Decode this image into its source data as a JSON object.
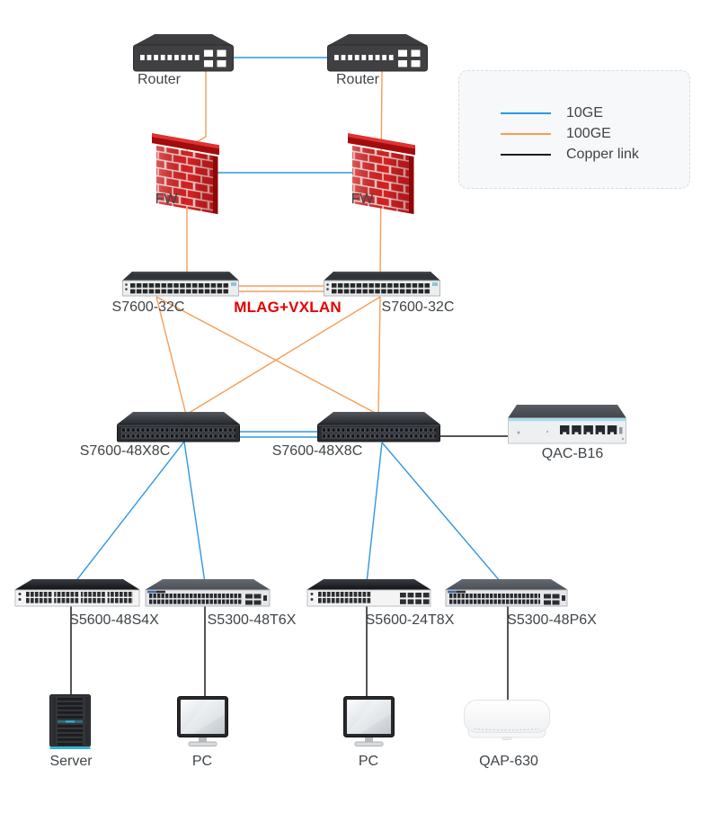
{
  "legend": {
    "items": [
      {
        "id": "10ge",
        "label": "10GE",
        "color": "#2e97e2"
      },
      {
        "id": "100ge",
        "label": "100GE",
        "color": "#f59e57"
      },
      {
        "id": "copper",
        "label": "Copper link",
        "color": "#1c1c1c"
      }
    ]
  },
  "annotation": {
    "mlag_label": "MLAG+VXLAN",
    "color": "#e60000"
  },
  "nodes": {
    "router1": {
      "label": "Router",
      "type": "router"
    },
    "router2": {
      "label": "Router",
      "type": "router"
    },
    "fw1": {
      "label": "FW",
      "type": "firewall"
    },
    "fw2": {
      "label": "FW",
      "type": "firewall"
    },
    "spine1": {
      "label": "S7600-32C",
      "type": "switch"
    },
    "spine2": {
      "label": "S7600-32C",
      "type": "switch"
    },
    "leaf1": {
      "label": "S7600-48X8C",
      "type": "switch"
    },
    "leaf2": {
      "label": "S7600-48X8C",
      "type": "switch"
    },
    "qac": {
      "label": "QAC-B16",
      "type": "controller"
    },
    "access1": {
      "label": "S5600-48S4X",
      "type": "switch"
    },
    "access2": {
      "label": "S5300-48T6X",
      "type": "switch"
    },
    "access3": {
      "label": "S5600-24T8X",
      "type": "switch"
    },
    "access4": {
      "label": "S5300-48P6X",
      "type": "switch"
    },
    "server": {
      "label": "Server",
      "type": "server"
    },
    "pc1": {
      "label": "PC",
      "type": "pc"
    },
    "pc2": {
      "label": "PC",
      "type": "pc"
    },
    "qap": {
      "label": "QAP-630",
      "type": "access-point"
    }
  },
  "links": [
    {
      "from": "router1",
      "to": "router2",
      "type": "10GE"
    },
    {
      "from": "router1",
      "to": "fw1",
      "type": "100GE"
    },
    {
      "from": "router2",
      "to": "fw2",
      "type": "100GE"
    },
    {
      "from": "fw1",
      "to": "fw2",
      "type": "10GE"
    },
    {
      "from": "fw1",
      "to": "spine1",
      "type": "100GE"
    },
    {
      "from": "fw2",
      "to": "spine2",
      "type": "100GE"
    },
    {
      "from": "spine1",
      "to": "spine2",
      "type": "100GE",
      "count": 2
    },
    {
      "from": "spine1",
      "to": "leaf1",
      "type": "100GE"
    },
    {
      "from": "spine1",
      "to": "leaf2",
      "type": "100GE"
    },
    {
      "from": "spine2",
      "to": "leaf1",
      "type": "100GE"
    },
    {
      "from": "spine2",
      "to": "leaf2",
      "type": "100GE"
    },
    {
      "from": "leaf1",
      "to": "leaf2",
      "type": "10GE",
      "count": 2
    },
    {
      "from": "leaf2",
      "to": "qac",
      "type": "copper"
    },
    {
      "from": "leaf1",
      "to": "access1",
      "type": "10GE"
    },
    {
      "from": "leaf1",
      "to": "access2",
      "type": "10GE"
    },
    {
      "from": "leaf2",
      "to": "access3",
      "type": "10GE"
    },
    {
      "from": "leaf2",
      "to": "access4",
      "type": "10GE"
    },
    {
      "from": "access1",
      "to": "server",
      "type": "copper"
    },
    {
      "from": "access2",
      "to": "pc1",
      "type": "copper"
    },
    {
      "from": "access3",
      "to": "pc2",
      "type": "copper"
    },
    {
      "from": "access4",
      "to": "qap",
      "type": "copper"
    }
  ]
}
